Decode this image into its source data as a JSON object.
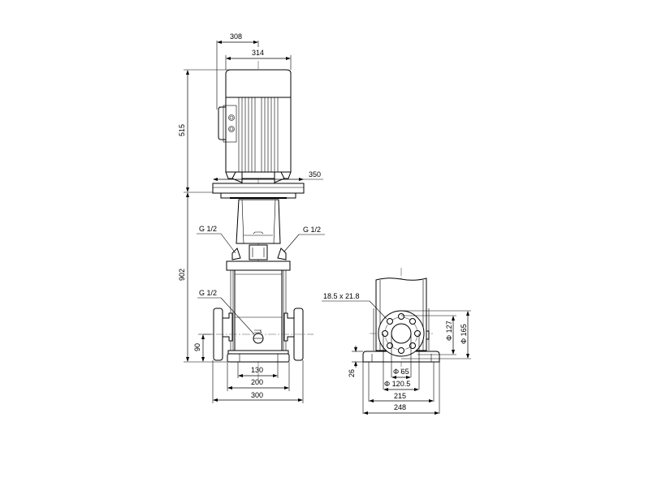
{
  "drawing": {
    "type": "pump dimensional drawing",
    "side_view": {
      "dims": {
        "motor_offset": "308",
        "motor_width": "314",
        "motor_height": "515",
        "flange_width": "350",
        "pump_height": "902",
        "port_height": "90",
        "base_inner": "130",
        "base_mid": "200",
        "base_outer": "300"
      },
      "callouts": {
        "vent_left": "G 1/2",
        "vent_right": "G 1/2",
        "drain": "G 1/2"
      }
    },
    "end_view": {
      "dims": {
        "bolt_hole": "18.5 x 21.8",
        "bolt_circle": "Φ 127",
        "flange_diameter": "Φ 165",
        "base_height": "26",
        "bore": "Φ 65",
        "hole_spacing": "Φ  120.5",
        "base_inner": "215",
        "base_outer": "248"
      }
    }
  }
}
